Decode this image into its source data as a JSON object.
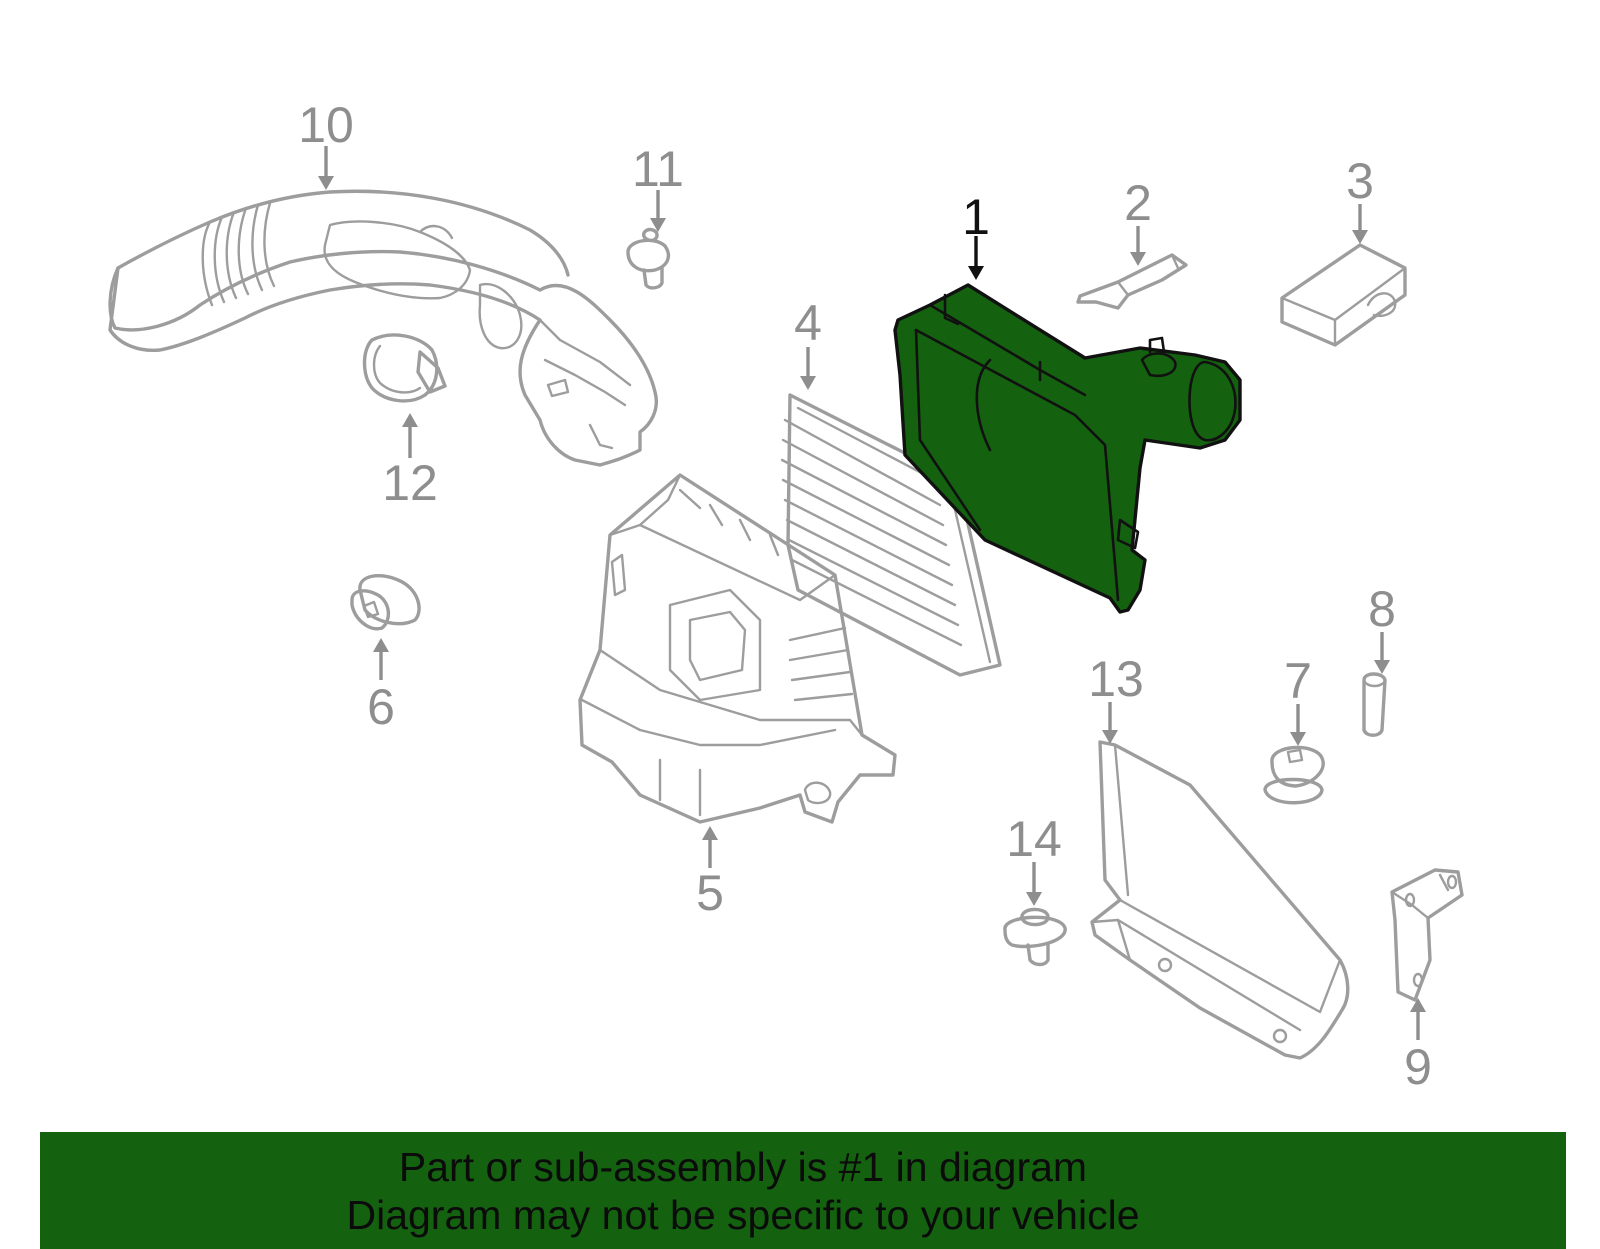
{
  "diagram": {
    "highlight_color": "#14620f",
    "parts": [
      {
        "number": "1",
        "highlighted": true
      },
      {
        "number": "2",
        "highlighted": false
      },
      {
        "number": "3",
        "highlighted": false
      },
      {
        "number": "4",
        "highlighted": false
      },
      {
        "number": "5",
        "highlighted": false
      },
      {
        "number": "6",
        "highlighted": false
      },
      {
        "number": "7",
        "highlighted": false
      },
      {
        "number": "8",
        "highlighted": false
      },
      {
        "number": "9",
        "highlighted": false
      },
      {
        "number": "10",
        "highlighted": false
      },
      {
        "number": "11",
        "highlighted": false
      },
      {
        "number": "12",
        "highlighted": false
      },
      {
        "number": "13",
        "highlighted": false
      },
      {
        "number": "14",
        "highlighted": false
      }
    ]
  },
  "footer": {
    "line1": "Part or sub-assembly is #1 in diagram",
    "line2": "Diagram may not be specific to your vehicle",
    "background": "#14620f"
  }
}
